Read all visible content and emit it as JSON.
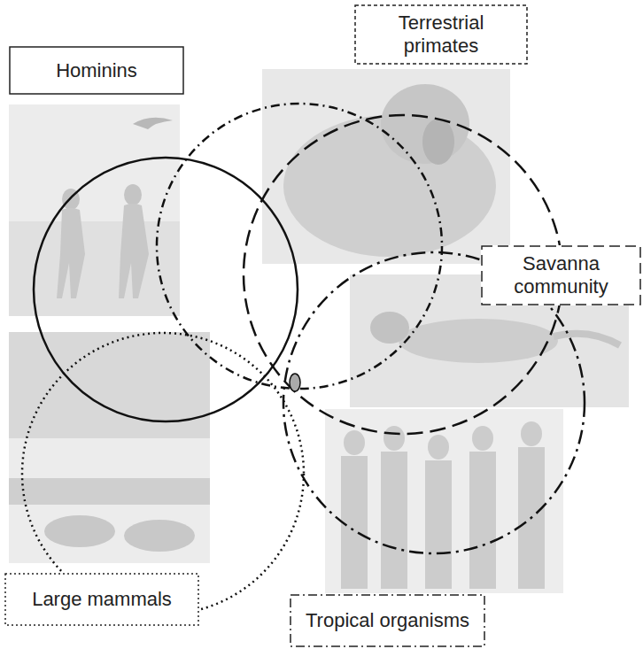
{
  "diagram": {
    "nodes": [
      {
        "text": [
          "Hominins"
        ]
      },
      {
        "text": [
          "Terrestrial primates"
        ]
      },
      {
        "text": [
          "Savanna community"
        ]
      },
      {
        "text": [
          "Large mammals"
        ]
      },
      {
        "text": [
          "Tropical organisms"
        ]
      }
    ]
  }
}
